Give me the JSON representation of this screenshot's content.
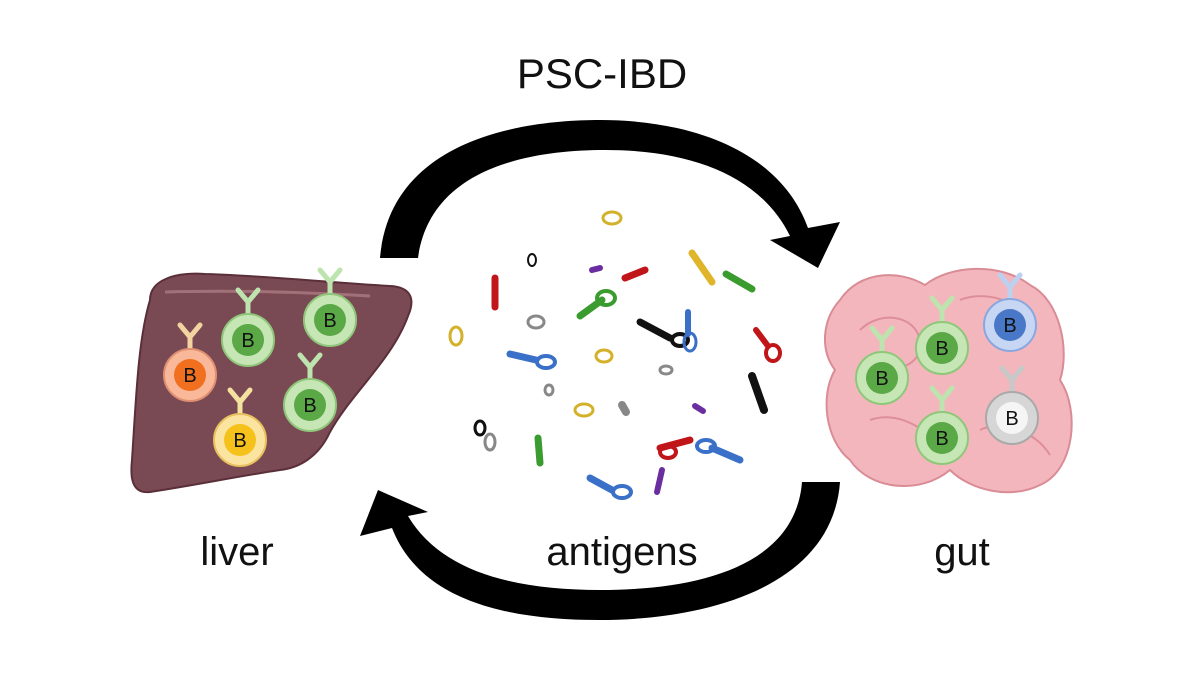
{
  "diagram": {
    "title": "PSC-IBD",
    "labels": {
      "liver": "liver",
      "antigens": "antigens",
      "gut": "gut"
    },
    "bcell_letter": "B",
    "colors": {
      "arrow": "#000000",
      "liver": "#7a4a54",
      "gut": "#f4b6bd",
      "bcell_green": "#5aa846",
      "bcell_orange": "#f07020",
      "bcell_yellow": "#f5c21b",
      "bcell_blue": "#4a78c8",
      "bcell_gray": "#bdbdbd"
    }
  }
}
